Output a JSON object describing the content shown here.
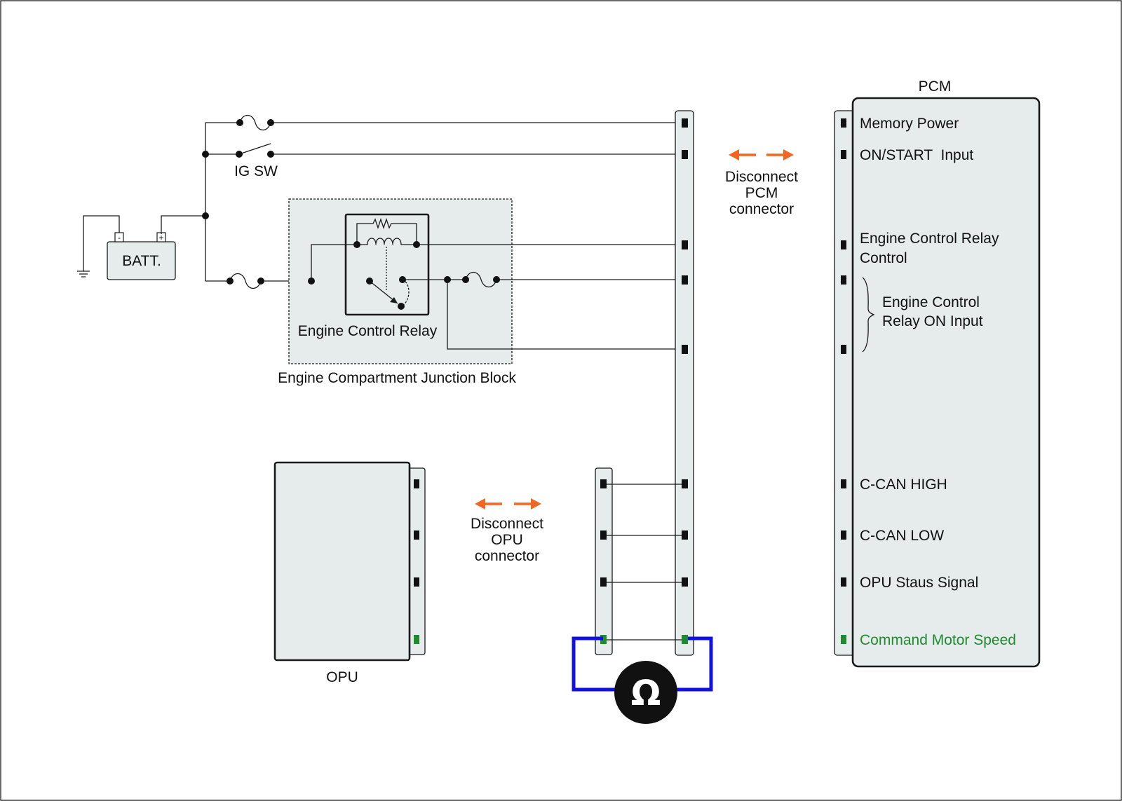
{
  "labels": {
    "pcm_title": "PCM",
    "ig_sw": "IG SW",
    "battery": "BATT.",
    "batt_minus": "-",
    "batt_plus": "+",
    "relay": "Engine Control Relay",
    "junction_block": "Engine Compartment Junction Block",
    "opu": "OPU",
    "ohm_symbol": "Ω"
  },
  "pcm_pins": {
    "memory_power": "Memory Power",
    "on_start_input": "ON/START  Input",
    "ecr_control_line1": "Engine Control Relay",
    "ecr_control_line2": "Control",
    "ecr_on_input_line1": "Engine Control",
    "ecr_on_input_line2": "Relay ON Input",
    "c_can_high": "C-CAN HIGH",
    "c_can_low": "C-CAN LOW",
    "opu_status": "OPU Staus Signal",
    "command_motor_speed": "Command Motor Speed"
  },
  "notes": {
    "pcm_disconnect": [
      "Disconnect",
      "PCM",
      "connector"
    ],
    "opu_disconnect": [
      "Disconnect",
      "OPU",
      "connector"
    ]
  },
  "colors": {
    "box_fill": "#e6ecec",
    "arrow": "#f26522",
    "highlight_pin": "#1e8c2e",
    "meter_lead": "#1010e0",
    "command_text": "#1e8c2e"
  }
}
